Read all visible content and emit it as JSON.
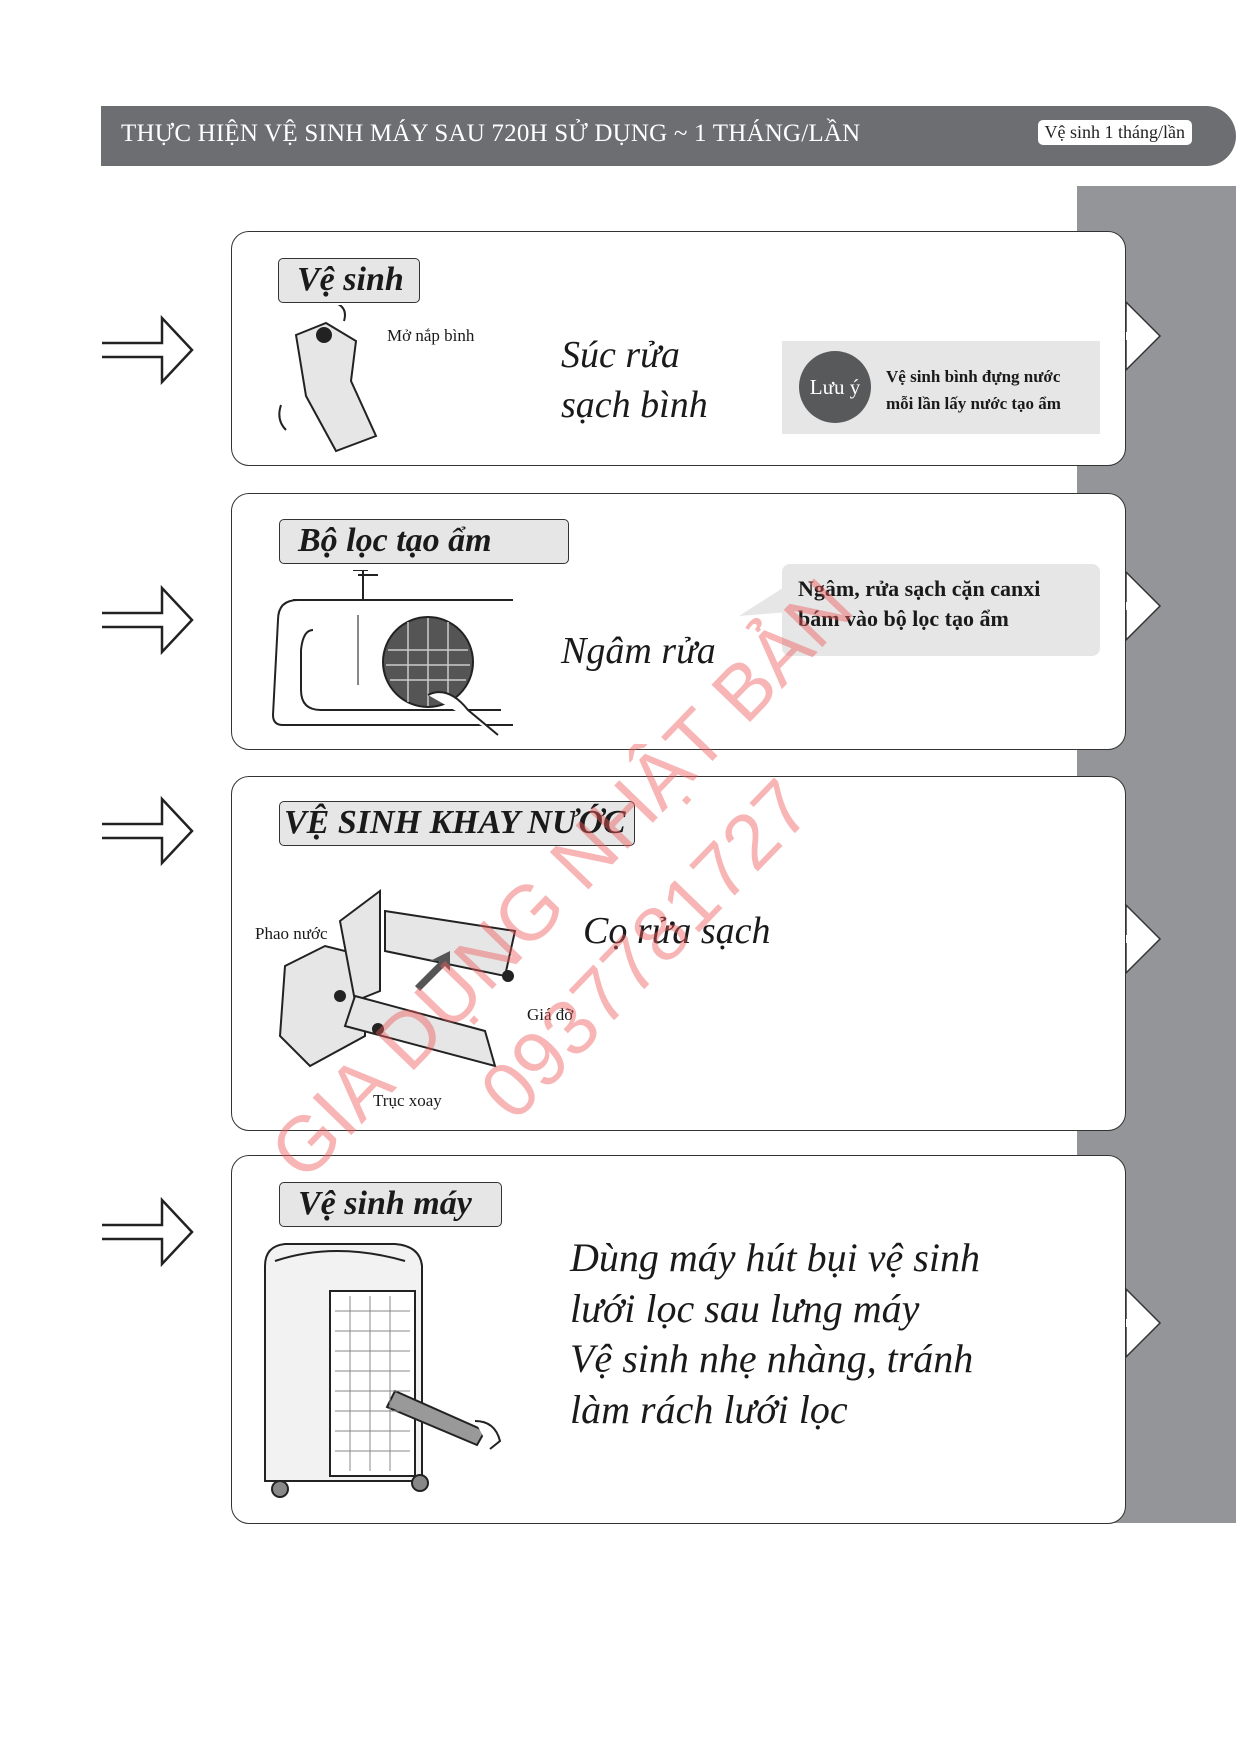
{
  "header": {
    "title": "THỰC HIỆN VỆ SINH MÁY SAU 720H SỬ DỤNG  ~  1 THÁNG/LẦN",
    "badge": "Vệ sinh 1 tháng/lần"
  },
  "steps": [
    {
      "label": "Vệ sinh",
      "callout": "Mở nắp bình",
      "text_lines": [
        "Súc rửa",
        "sạch bình"
      ],
      "note_badge": "Lưu ý",
      "note_lines": [
        "Vệ sinh bình đựng nước",
        "mỗi lần lấy nước tạo ẩm"
      ]
    },
    {
      "label": "Bộ lọc tạo ẩm",
      "text_lines": [
        "Ngâm rửa"
      ],
      "note_lines": [
        "Ngâm, rửa sạch cặn canxi",
        "bám vào bộ lọc tạo ẩm"
      ]
    },
    {
      "label": "VỆ SINH KHAY NƯỚC",
      "text_lines": [
        "Cọ rửa sạch"
      ],
      "callouts": [
        "Phao nước",
        "Giá đỡ",
        "Trục xoay"
      ]
    },
    {
      "label": "Vệ sinh máy",
      "text_lines": [
        "Dùng máy hút bụi vệ sinh",
        "lưới lọc sau lưng máy",
        "Vệ sinh nhẹ nhàng, tránh",
        "làm rách lưới lọc"
      ]
    }
  ],
  "watermark": {
    "line1": "GIA DỤNG NHẬT BẢN",
    "line2": "0937781727"
  },
  "colors": {
    "header": "#6d6e71",
    "sidebar": "#939598",
    "note": "#e6e6e6",
    "watermark": "#f05a5a"
  }
}
